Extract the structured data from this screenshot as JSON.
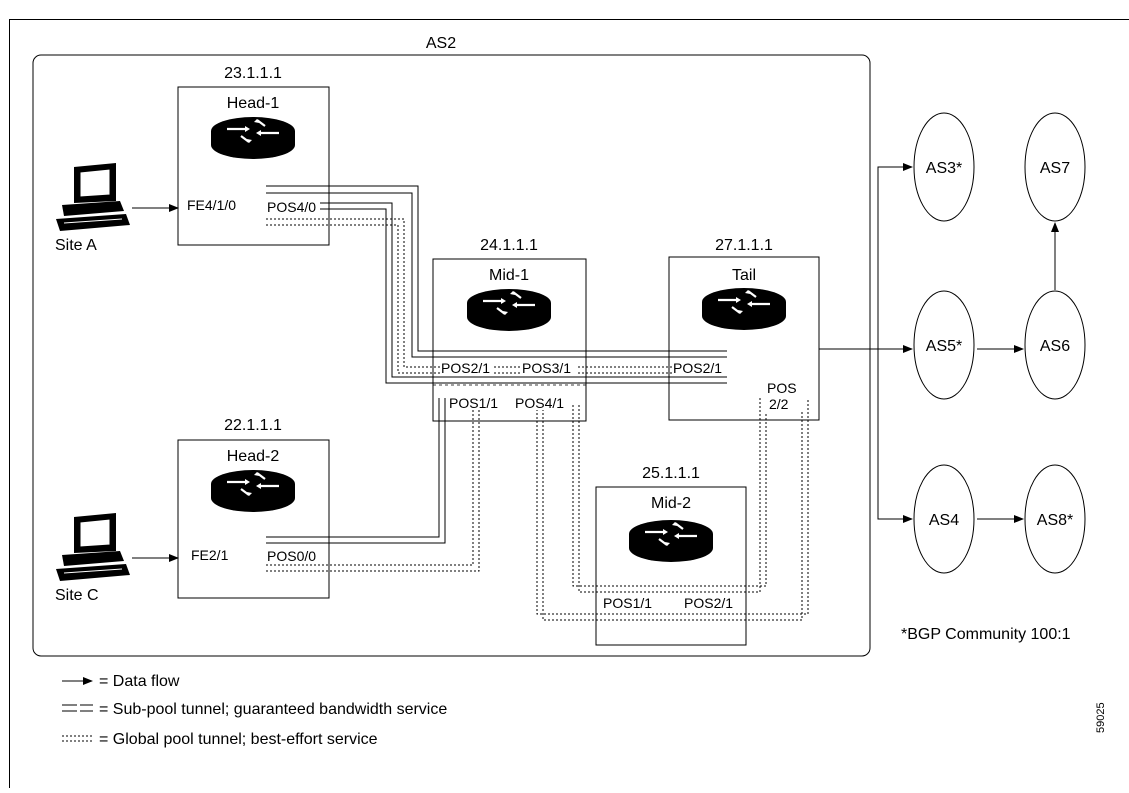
{
  "header_caption": "",
  "as_group": {
    "label": "AS2"
  },
  "routers": [
    {
      "id": "head1",
      "ip": "23.1.1.1",
      "name": "Head-1"
    },
    {
      "id": "head2",
      "ip": "22.1.1.1",
      "name": "Head-2"
    },
    {
      "id": "mid1",
      "ip": "24.1.1.1",
      "name": "Mid-1"
    },
    {
      "id": "tail",
      "ip": "27.1.1.1",
      "name": "Tail"
    },
    {
      "id": "mid2",
      "ip": "25.1.1.1",
      "name": "Mid-2"
    }
  ],
  "interfaces": {
    "head1_fe": "FE4/1/0",
    "head1_pos": "POS4/0",
    "head2_fe": "FE2/1",
    "head2_pos": "POS0/0",
    "mid1_pos21": "POS2/1",
    "mid1_pos31": "POS3/1",
    "mid1_pos11": "POS1/1",
    "mid1_pos41": "POS4/1",
    "tail_pos21": "POS2/1",
    "tail_pos22_line1": "POS",
    "tail_pos22_line2": "2/2",
    "mid2_pos11": "POS1/1",
    "mid2_pos21": "POS2/1"
  },
  "sites": [
    {
      "id": "siteA",
      "label": "Site A"
    },
    {
      "id": "siteC",
      "label": "Site C"
    }
  ],
  "external_as": [
    {
      "id": "as3",
      "label": "AS3*"
    },
    {
      "id": "as7",
      "label": "AS7"
    },
    {
      "id": "as5",
      "label": "AS5*"
    },
    {
      "id": "as6",
      "label": "AS6"
    },
    {
      "id": "as4",
      "label": "AS4"
    },
    {
      "id": "as8",
      "label": "AS8*"
    }
  ],
  "footnote": "*BGP Community 100:1",
  "legend": [
    {
      "id": "data-flow",
      "text": "= Data flow"
    },
    {
      "id": "sub-pool",
      "text": "= Sub-pool tunnel; guaranteed bandwidth service"
    },
    {
      "id": "global-pool",
      "text": "= Global pool tunnel; best-effort service"
    }
  ],
  "figure_number": "59025",
  "colors": {
    "line": "#000000",
    "background": "#ffffff"
  },
  "icons": [
    "router-icon",
    "workstation-icon",
    "arrow-icon"
  ]
}
